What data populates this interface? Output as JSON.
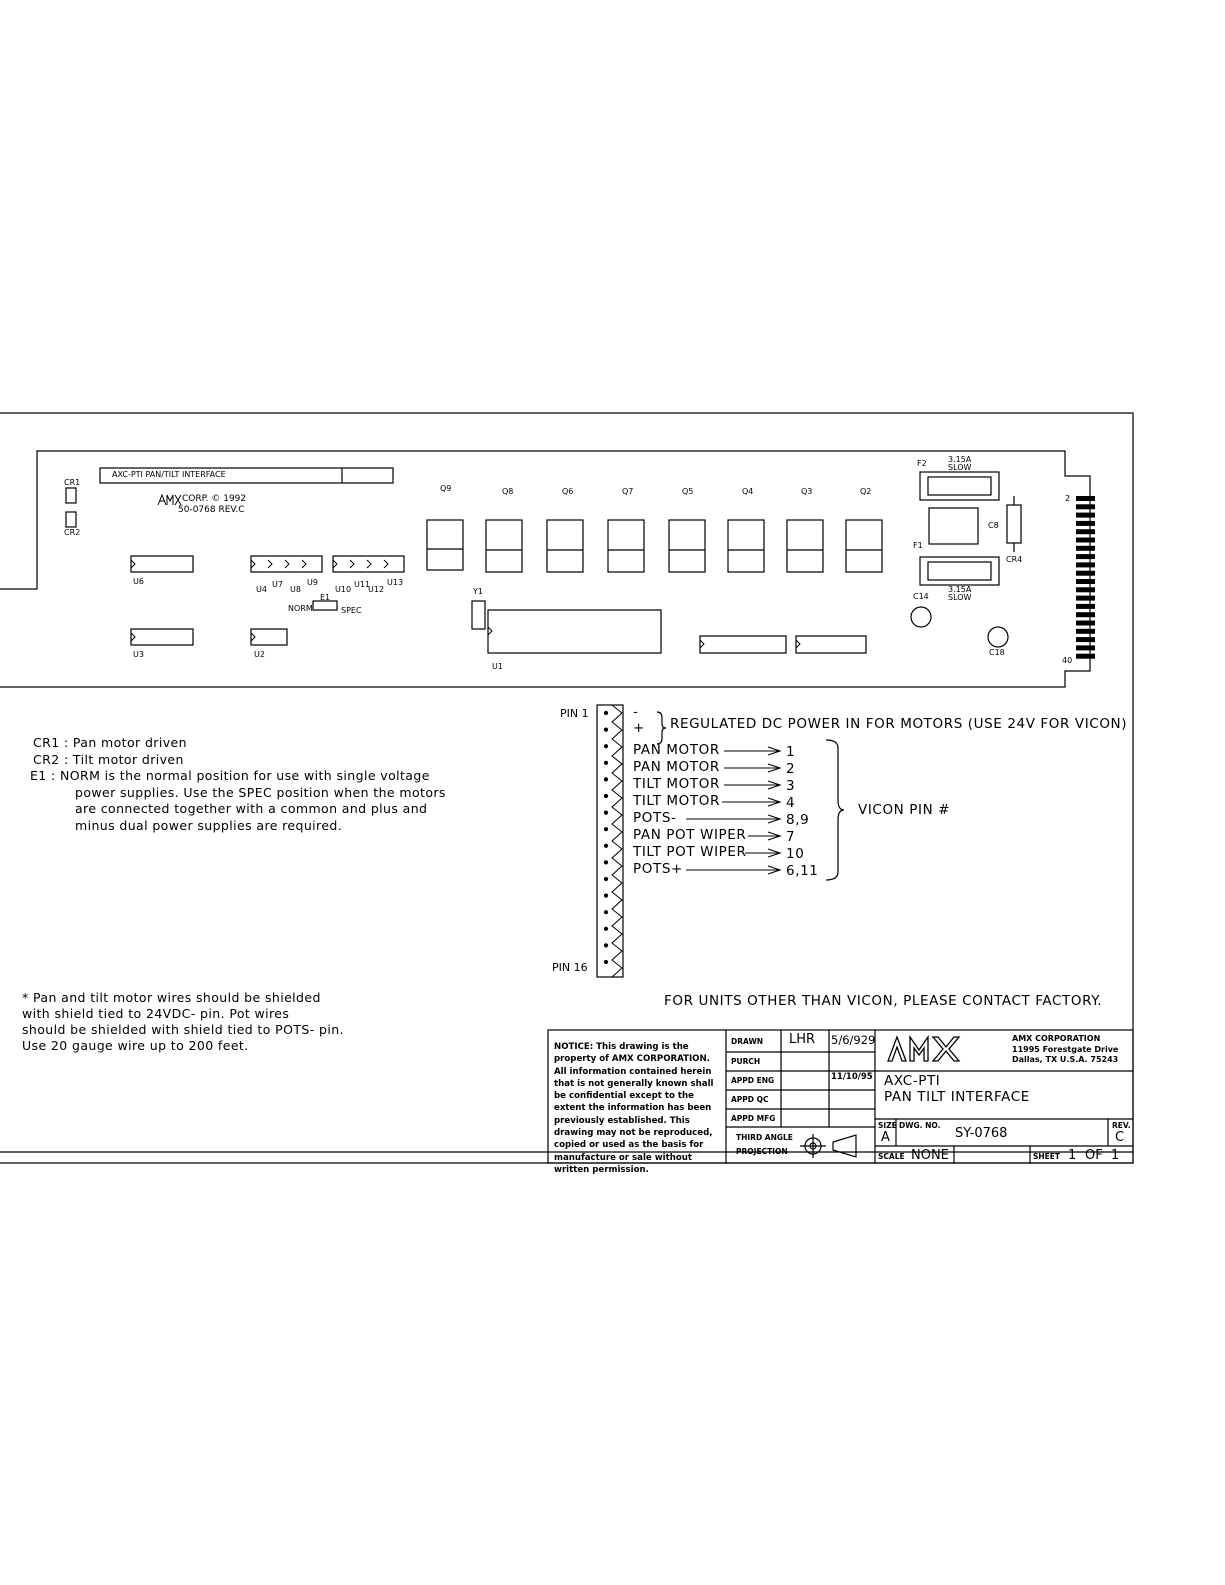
{
  "board": {
    "title": "AXC-PTI PAN/TILT INTERFACE",
    "logo": "AMX",
    "corp_line1": "CORP. © 1992",
    "corp_line2": "50-0768 REV.C",
    "cr1": "CR1",
    "cr2": "CR2",
    "transistors": [
      "Q9",
      "Q8",
      "Q6",
      "Q7",
      "Q5",
      "Q4",
      "Q3",
      "Q2"
    ],
    "chips": {
      "u6": "U6",
      "u4": "U4",
      "u7": "U7",
      "u8": "U8",
      "u9": "U9",
      "u10": "U10",
      "u11": "U11",
      "u12": "U12",
      "u13": "U13",
      "u3": "U3",
      "u2": "U2",
      "u1": "U1",
      "y1": "Y1"
    },
    "jumper": {
      "norm": "NORM",
      "e1": "E1",
      "spec": "SPEC"
    },
    "fuses": {
      "f2": "F2",
      "f1": "F1",
      "rating": "3.15A",
      "type": "SLOW"
    },
    "caps": {
      "c8": "C8",
      "c14": "C14",
      "c18": "C18",
      "cr4": "CR4"
    },
    "edge": {
      "top": "2",
      "bottom": "40"
    }
  },
  "legend": {
    "lines": [
      "CR1 : Pan motor driven",
      "CR2 : Tilt motor driven",
      "E1 : NORM is the normal position for use with single voltage",
      "power supplies.  Use the SPEC position when the motors",
      "are connected together with a common and plus and",
      "minus dual power supplies are required."
    ]
  },
  "wiring_note": {
    "lines": [
      "* Pan and tilt motor wires should be shielded",
      "with shield tied to 24VDC- pin.  Pot wires",
      "should be shielded with shield tied to POTS- pin.",
      "Use 20 gauge wire up to 200 feet."
    ]
  },
  "connector": {
    "pin1": "PIN 1",
    "pin16": "PIN 16",
    "minus": "-",
    "plus": "+",
    "power_note": "REGULATED DC POWER IN FOR MOTORS (USE 24V FOR VICON)",
    "pins": [
      {
        "label": "PAN MOTOR",
        "vicon": "1"
      },
      {
        "label": "PAN MOTOR",
        "vicon": "2"
      },
      {
        "label": "TILT MOTOR",
        "vicon": "3"
      },
      {
        "label": "TILT MOTOR",
        "vicon": "4"
      },
      {
        "label": "POTS-",
        "vicon": "8,9"
      },
      {
        "label": "PAN POT WIPER",
        "vicon": "7"
      },
      {
        "label": "TILT POT WIPER",
        "vicon": "10"
      },
      {
        "label": "POTS+",
        "vicon": "6,11"
      }
    ],
    "vicon_label": "VICON PIN #",
    "other_units": "FOR UNITS OTHER THAN VICON, PLEASE CONTACT FACTORY."
  },
  "title_block": {
    "notice": "NOTICE: This drawing is the property of AMX CORPORATION. All information contained herein that is not generally known shall be confidential except to the extent the information has been previously established. This drawing may not be reproduced, copied or used as the basis for manufacture or sale without written permission.",
    "rows": [
      {
        "label": "DRAWN",
        "by": "LHR",
        "date": "5/6/929"
      },
      {
        "label": "PURCH",
        "by": "",
        "date": ""
      },
      {
        "label": "APPD ENG",
        "by": "",
        "date": "11/10/95"
      },
      {
        "label": "APPD QC",
        "by": "",
        "date": ""
      },
      {
        "label": "APPD MFG",
        "by": "",
        "date": ""
      }
    ],
    "projection1": "THIRD ANGLE",
    "projection2": "PROJECTION",
    "logo": "AMX",
    "company": "AMX CORPORATION",
    "address1": "11995 Forestgate Drive",
    "address2": "Dallas, TX U.S.A. 75243",
    "title1": "AXC-PTI",
    "title2": "PAN TILT INTERFACE",
    "size_label": "SIZE",
    "size": "A",
    "dwg_label": "DWG. NO.",
    "dwg_no": "SY-0768",
    "rev_label": "REV.",
    "rev": "C",
    "scale_label": "SCALE",
    "scale": "NONE",
    "sheet_label": "SHEET",
    "sheet": "1",
    "of": "OF",
    "sheets": "1"
  }
}
